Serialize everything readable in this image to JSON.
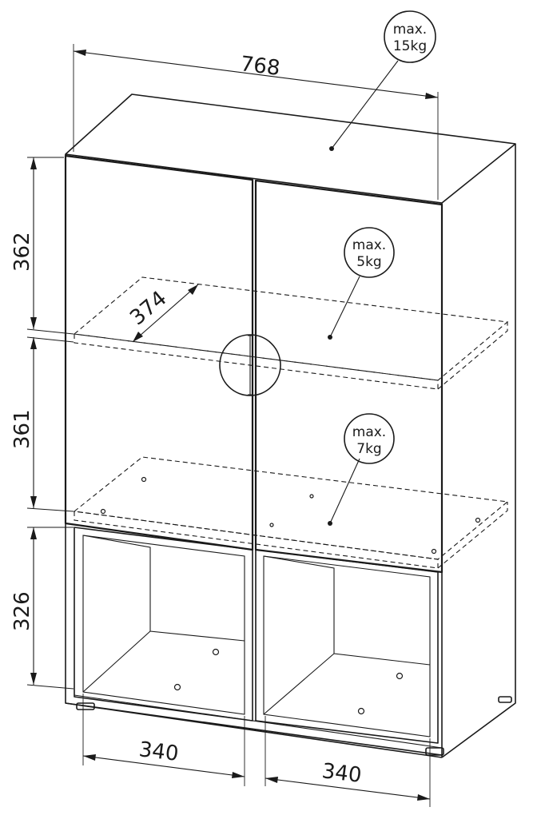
{
  "dimensions": {
    "width_top": "768",
    "height_upper": "362",
    "height_middle": "361",
    "height_lower": "326",
    "shelf_depth": "374",
    "niche_left_width": "340",
    "niche_right_width": "340"
  },
  "load_callouts": {
    "top": {
      "line1": "max.",
      "line2": "15kg"
    },
    "upper_shelf": {
      "line1": "max.",
      "line2": "5kg"
    },
    "lower_shelf": {
      "line1": "max.",
      "line2": "7kg"
    }
  }
}
